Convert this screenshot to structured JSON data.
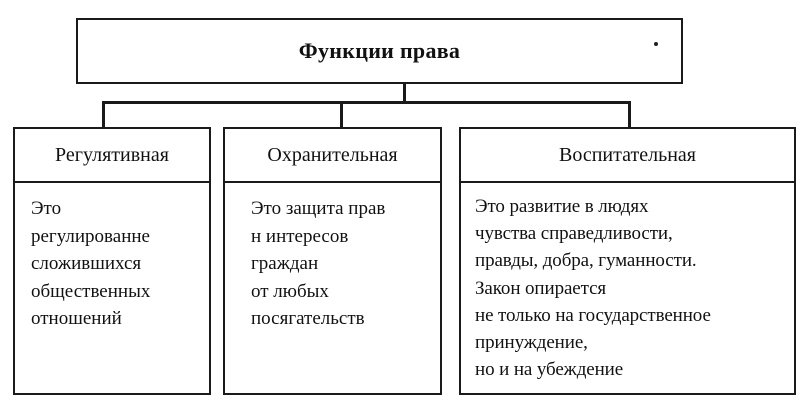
{
  "title": "Функции права",
  "functions": [
    {
      "name": "Регулятивная",
      "description": [
        "Это",
        "регулированне",
        "сложившихся",
        "общественных",
        "отношений"
      ]
    },
    {
      "name": "Охранительная",
      "description": [
        "Это защита прав",
        "н интересов",
        "граждан",
        "от любых",
        "посягательств"
      ]
    },
    {
      "name": "Воспитательная",
      "description": [
        "Это развитие в людях",
        "чувства справедливости,",
        "правды, добра, гуманности.",
        "Закон опирается",
        "не только на государственное",
        "принуждение,",
        "но и на убеждение"
      ]
    }
  ]
}
